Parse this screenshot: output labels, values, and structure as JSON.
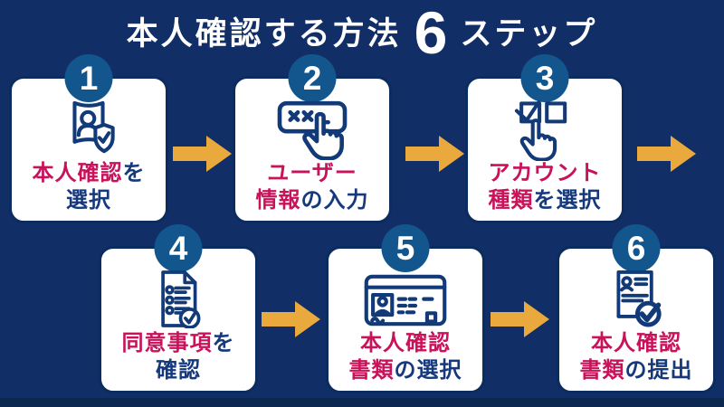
{
  "colors": {
    "bg": "#112f66",
    "bg-bottom": "#0c2750",
    "card": "#ffffff",
    "card-border": "#0b2c5e",
    "badge": "#12568d",
    "accent-pink": "#c9125a",
    "text-navy": "#16387d",
    "icon-navy": "#123a78",
    "arrow-gold": "#e9a93d",
    "title-white": "#ffffff"
  },
  "title": {
    "prefix": "本人確認する方法",
    "count": "6",
    "suffix": "ステップ"
  },
  "steps": [
    {
      "number": "1",
      "icon": "identity-document-shield-icon",
      "lines": [
        [
          {
            "t": "本人確認",
            "c": "pink"
          },
          {
            "t": "を",
            "c": "navy"
          }
        ],
        [
          {
            "t": "選択",
            "c": "navy"
          }
        ]
      ]
    },
    {
      "number": "2",
      "icon": "password-input-tap-icon",
      "lines": [
        [
          {
            "t": "ユーザー",
            "c": "pink"
          }
        ],
        [
          {
            "t": "情報",
            "c": "pink"
          },
          {
            "t": "の入力",
            "c": "navy"
          }
        ]
      ]
    },
    {
      "number": "3",
      "icon": "account-type-checkbox-icon",
      "lines": [
        [
          {
            "t": "アカウント",
            "c": "pink"
          }
        ],
        [
          {
            "t": "種類",
            "c": "pink"
          },
          {
            "t": "を選択",
            "c": "navy"
          }
        ]
      ]
    },
    {
      "number": "4",
      "icon": "agreement-checklist-icon",
      "lines": [
        [
          {
            "t": "同意事項",
            "c": "pink"
          },
          {
            "t": "を",
            "c": "navy"
          }
        ],
        [
          {
            "t": "確認",
            "c": "navy"
          }
        ]
      ]
    },
    {
      "number": "5",
      "icon": "id-card-icon",
      "lines": [
        [
          {
            "t": "本人確認",
            "c": "pink"
          }
        ],
        [
          {
            "t": "書類",
            "c": "pink"
          },
          {
            "t": "の選択",
            "c": "navy"
          }
        ]
      ]
    },
    {
      "number": "6",
      "icon": "document-submit-check-icon",
      "lines": [
        [
          {
            "t": "本人確認",
            "c": "pink"
          }
        ],
        [
          {
            "t": "書類",
            "c": "pink"
          },
          {
            "t": "の提出",
            "c": "navy"
          }
        ]
      ]
    }
  ]
}
